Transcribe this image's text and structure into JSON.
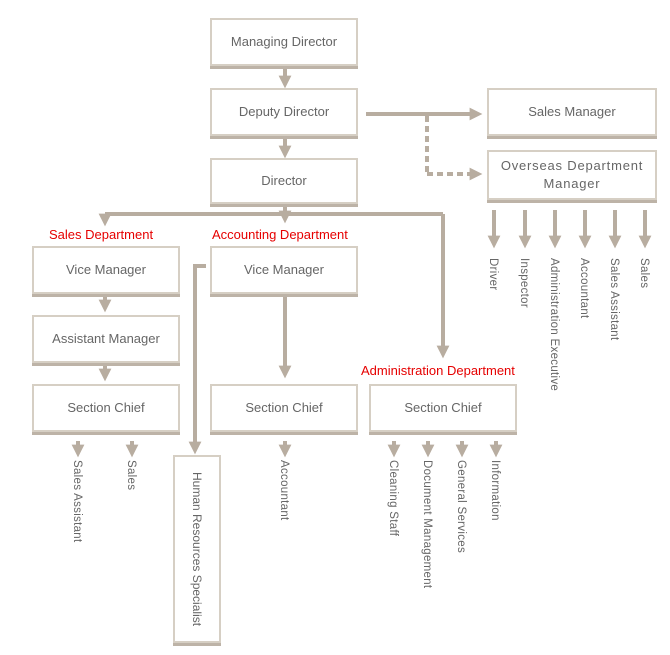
{
  "roles": {
    "managing_director": "Managing Director",
    "deputy_director": "Deputy Director",
    "director": "Director",
    "sales_manager": "Sales Manager",
    "overseas_manager": "Overseas Department Manager",
    "vice_manager": "Vice Manager",
    "assistant_manager": "Assistant Manager",
    "section_chief": "Section Chief",
    "hr_specialist": "Human Resources Specialist"
  },
  "departments": {
    "sales": "Sales Department",
    "accounting": "Accounting Department",
    "administration": "Administration Department"
  },
  "overseas_staff": [
    "Driver",
    "Inspector",
    "Administration Executive",
    "Accountant",
    "Sales Assistant",
    "Sales"
  ],
  "sales_staff": [
    "Sales Assistant",
    "Sales"
  ],
  "accounting_staff": [
    "Accountant"
  ],
  "admin_staff": [
    "Cleaning Staff",
    "Document Management",
    "General Services",
    "Information"
  ],
  "colors": {
    "box_border": "#d6cfc4",
    "connector": "#b8ada0",
    "dept_label": "#e60000",
    "text": "#666666"
  }
}
